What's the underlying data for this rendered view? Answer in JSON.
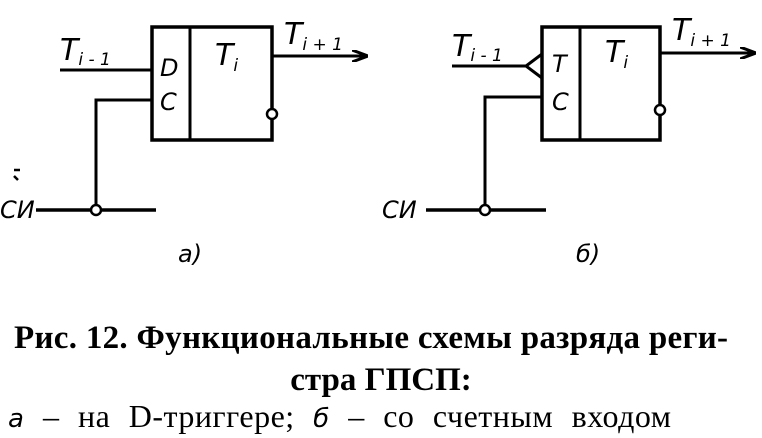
{
  "diagram_a": {
    "input_var": "T",
    "input_sub": "i - 1",
    "d_label": "D",
    "c_label": "C",
    "block_var": "T",
    "block_sub": "i",
    "output_var": "T",
    "output_sub": "i + 1",
    "clock_label": "СИ",
    "caption": "а)"
  },
  "diagram_b": {
    "input_var": "T",
    "input_sub": "i - 1",
    "t_label": "T",
    "c_label": "C",
    "block_var": "T",
    "block_sub": "i",
    "output_var": "T",
    "output_sub": "i + 1",
    "clock_label": "СИ",
    "caption": "б)"
  },
  "caption": {
    "title_line1": "Рис. 12. Функциональные схемы разряда реги-",
    "title_line2": "стра ГПСП:",
    "desc_a_letter": "а",
    "desc_a_text": " – на D-триггере; ",
    "desc_b_letter": "б",
    "desc_b_text": " – со счетным входом"
  }
}
